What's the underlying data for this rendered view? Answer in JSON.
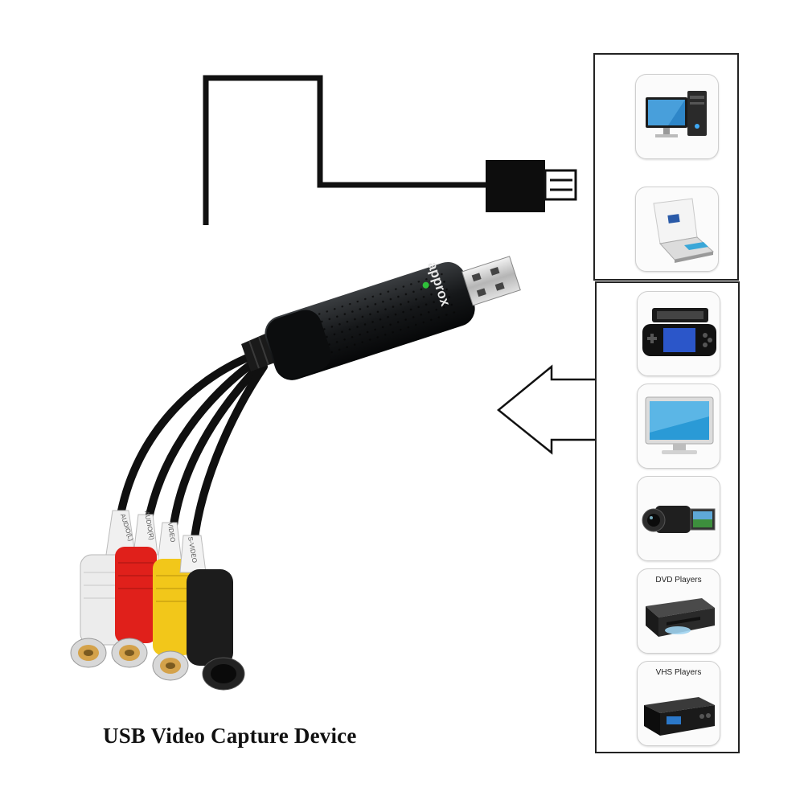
{
  "caption": "USB Video Capture Device",
  "brand": "approx",
  "cable_labels": [
    "AUDIO(L)",
    "AUDIO(R)",
    "VIDEO",
    "S-VIDEO"
  ],
  "computers": [
    {
      "icon": "desktop-pc-icon",
      "label": ""
    },
    {
      "icon": "laptop-icon",
      "label": ""
    }
  ],
  "sources": [
    {
      "icon": "handheld-game-console-icon",
      "label": ""
    },
    {
      "icon": "tv-monitor-icon",
      "label": ""
    },
    {
      "icon": "camcorder-icon",
      "label": ""
    },
    {
      "icon": "dvd-player-icon",
      "label": "DVD Players"
    },
    {
      "icon": "vhs-player-icon",
      "label": "VHS Players"
    }
  ],
  "colors": {
    "rca_white": "#eeeeee",
    "rca_red": "#e0201b",
    "rca_yellow": "#f2c71a",
    "svideo_black": "#1c1c1c",
    "device_body": "#141618",
    "gold_tip": "#d4a24a"
  }
}
